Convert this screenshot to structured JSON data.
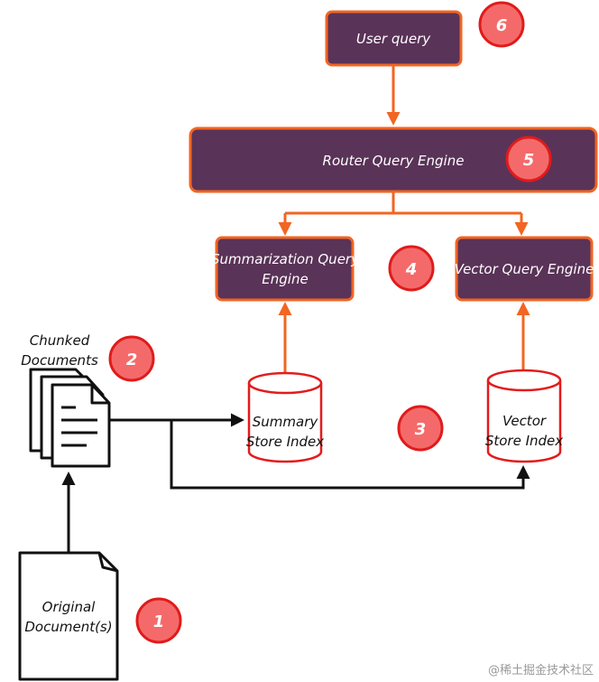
{
  "colors": {
    "box_fill": "#5a3358",
    "box_stroke": "#f26522",
    "arrow_orange": "#f26522",
    "badge_fill": "#f46a6a",
    "badge_stroke": "#e01b1b",
    "cylinder_stroke": "#e31b1b",
    "black": "#111111"
  },
  "nodes": {
    "user_query": "User query",
    "router": "Router Query Engine",
    "summarization_line1": "Summarization Query",
    "summarization_line2": "Engine",
    "vector_engine": "Vector Query Engine",
    "summary_index_line1": "Summary",
    "summary_index_line2": "Store Index",
    "vector_index_line1": "Vector",
    "vector_index_line2": "Store Index",
    "chunked_line1": "Chunked",
    "chunked_line2": "Documents",
    "original_line1": "Original",
    "original_line2": "Document(s)"
  },
  "badges": {
    "one": "1",
    "two": "2",
    "three": "3",
    "four": "4",
    "five": "5",
    "six": "6"
  },
  "watermark": "@稀土掘金技术社区"
}
